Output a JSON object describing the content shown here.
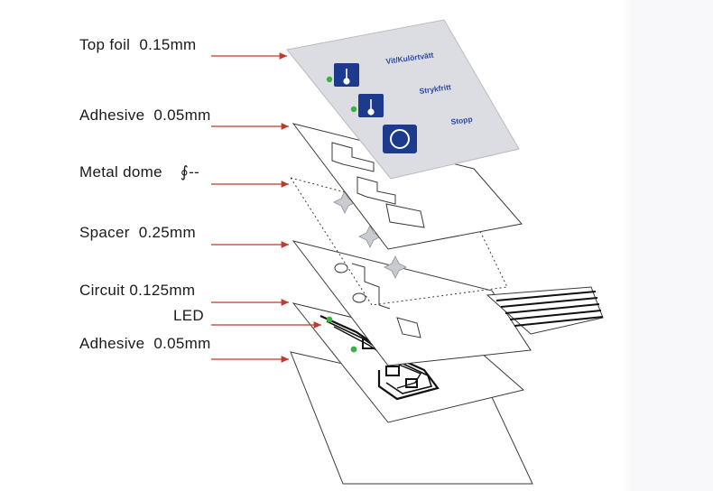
{
  "layers": [
    {
      "name": "Top foil",
      "value": "0.15mm"
    },
    {
      "name": "Adhesive",
      "value": "0.05mm"
    },
    {
      "name": "Metal dome",
      "value": "∮--"
    },
    {
      "name": "Spacer",
      "value": "0.25mm"
    },
    {
      "name": "Circuit",
      "value": "0.125mm"
    },
    {
      "name": "LED",
      "value": ""
    },
    {
      "name": "Adhesive",
      "value": "0.05mm"
    }
  ],
  "top_foil": {
    "buttons": [
      {
        "label": "Vit/Kulörtvätt",
        "icon": "thermometer-icon"
      },
      {
        "label": "Strykfritt",
        "icon": "thermometer-icon"
      },
      {
        "label": "Stopp",
        "icon": "stop-ring-icon"
      }
    ]
  },
  "colors": {
    "arrow": "#c0392b",
    "foil": "#dcdde2",
    "foil_text": "#2b4aa0",
    "button": "#1d3b8c",
    "led": "#3cb043",
    "outline": "#3a3a3a"
  }
}
